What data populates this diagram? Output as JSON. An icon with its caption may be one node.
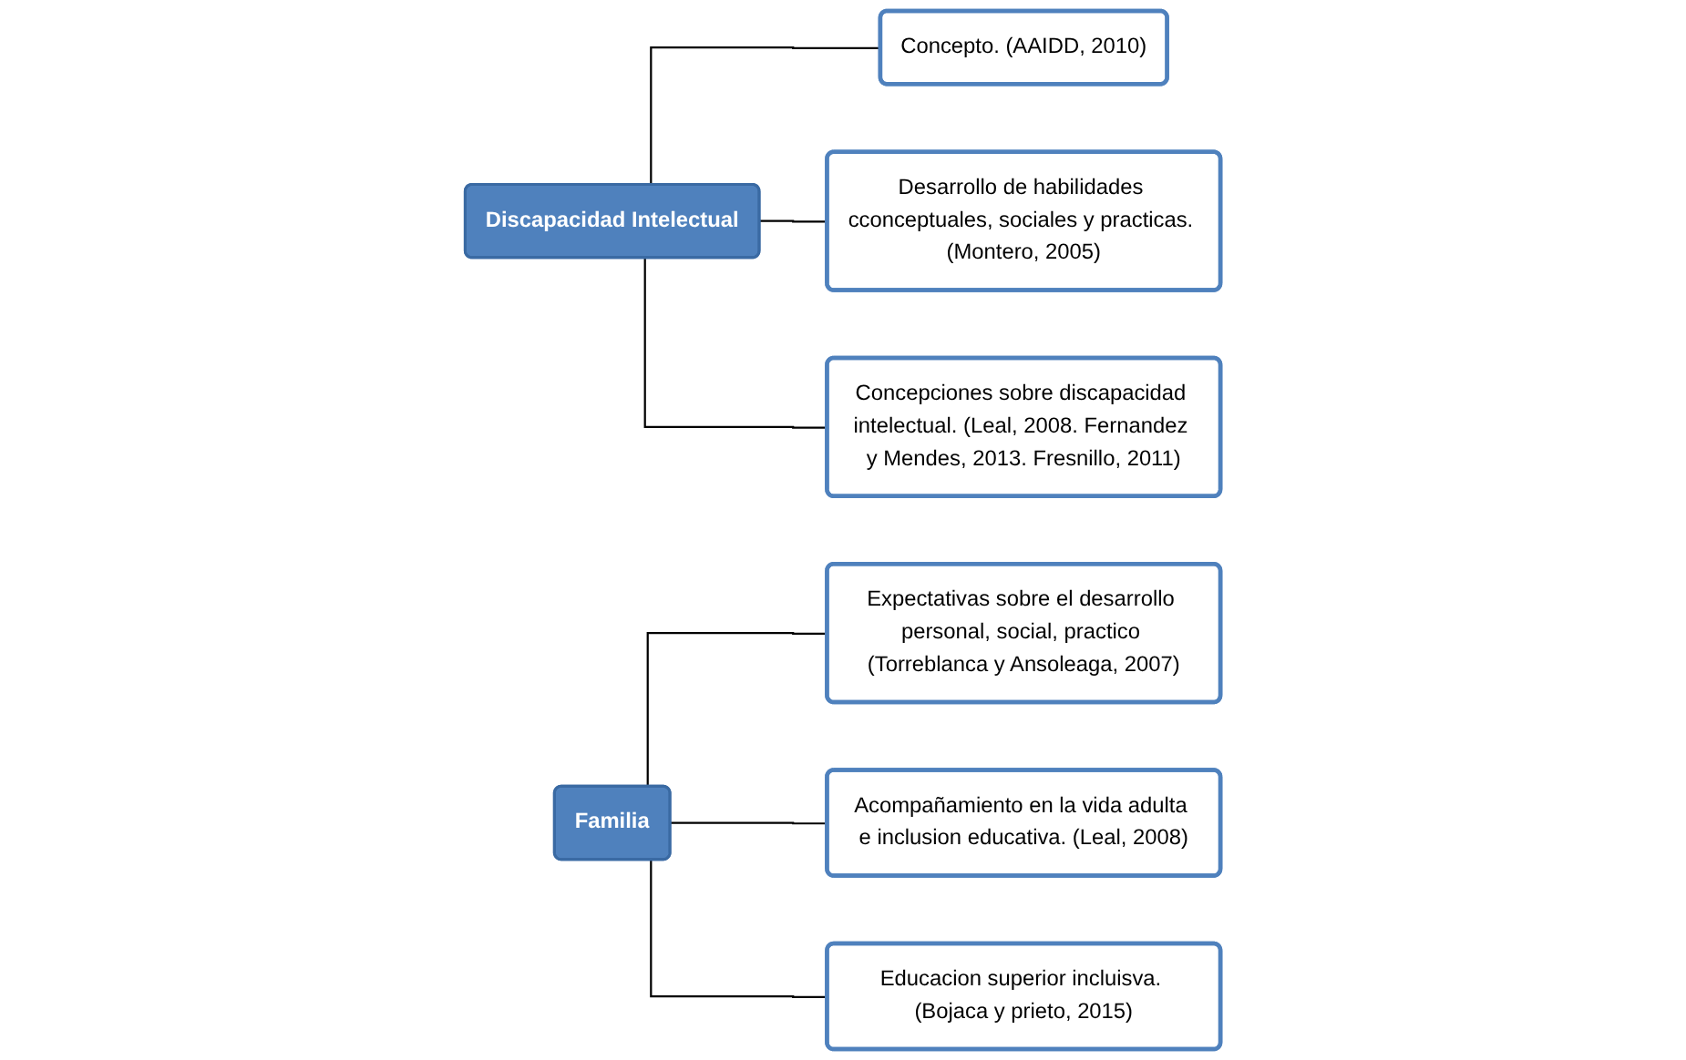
{
  "diagram": {
    "nodes": [
      {
        "text": [
          "Discapacidad Intelectual"
        ]
      },
      {
        "text": [
          "Concepto. (AAIDD, 2010)"
        ]
      },
      {
        "text": [
          "Desarrollo de habilidades cconceptuales, sociales y practicas. (Montero, 2005)"
        ]
      },
      {
        "text": [
          "Concepciones sobre discapacidad intelectual. (Leal, 2008. Fernandez y Mendes, 2013. Fresnillo, 2011)"
        ]
      },
      {
        "text": [
          "Familia"
        ]
      },
      {
        "text": [
          "Expectativas sobre el desarrollo personal, social, practico (Torreblanca y Ansoleaga, 2007)"
        ]
      },
      {
        "text": [
          "Acompañamiento en la vida adulta e inclusion educativa. (Leal, 2008)"
        ]
      },
      {
        "text": [
          "Educacion superior incluisva. (Bojaca y prieto, 2015)"
        ]
      }
    ],
    "edges": [
      {
        "from": 0,
        "to": 1,
        "arrow": "none"
      },
      {
        "from": 0,
        "to": 2,
        "arrow": "none"
      },
      {
        "from": 0,
        "to": 3,
        "arrow": "none"
      },
      {
        "from": 4,
        "to": 5,
        "arrow": "none"
      },
      {
        "from": 4,
        "to": 6,
        "arrow": "none"
      },
      {
        "from": 4,
        "to": 7,
        "arrow": "none"
      }
    ]
  }
}
